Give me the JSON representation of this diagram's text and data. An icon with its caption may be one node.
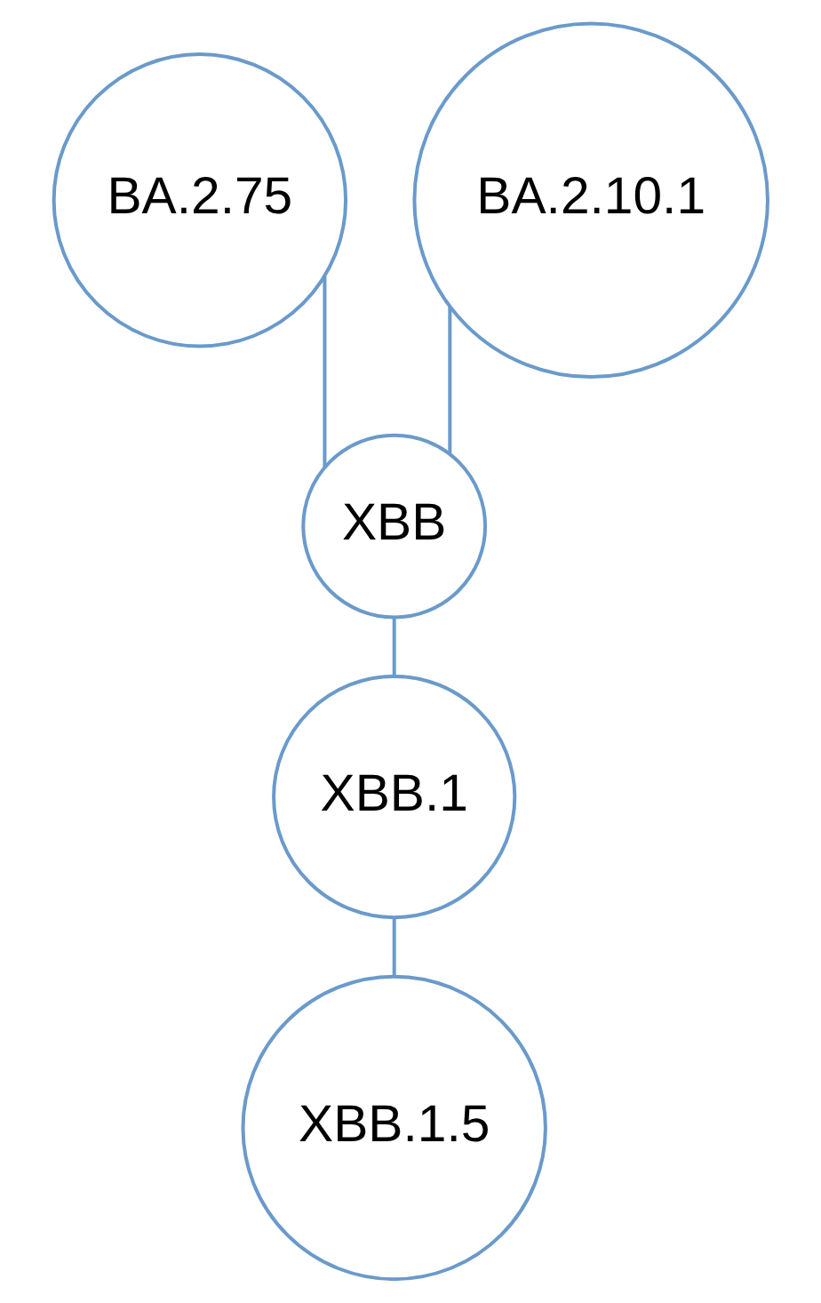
{
  "diagram": {
    "nodes": [
      {
        "text": [
          "BA.2.75"
        ]
      },
      {
        "text": [
          "BA.2.10.1"
        ]
      },
      {
        "text": [
          "XBB"
        ]
      },
      {
        "text": [
          "XBB.1"
        ]
      },
      {
        "text": [
          "XBB.1.5"
        ]
      }
    ],
    "edges": [
      {
        "from": 0,
        "to": 2,
        "arrow": "none"
      },
      {
        "from": 1,
        "to": 2,
        "arrow": "none"
      },
      {
        "from": 2,
        "to": 3,
        "arrow": "none"
      },
      {
        "from": 3,
        "to": 4,
        "arrow": "none"
      }
    ]
  }
}
